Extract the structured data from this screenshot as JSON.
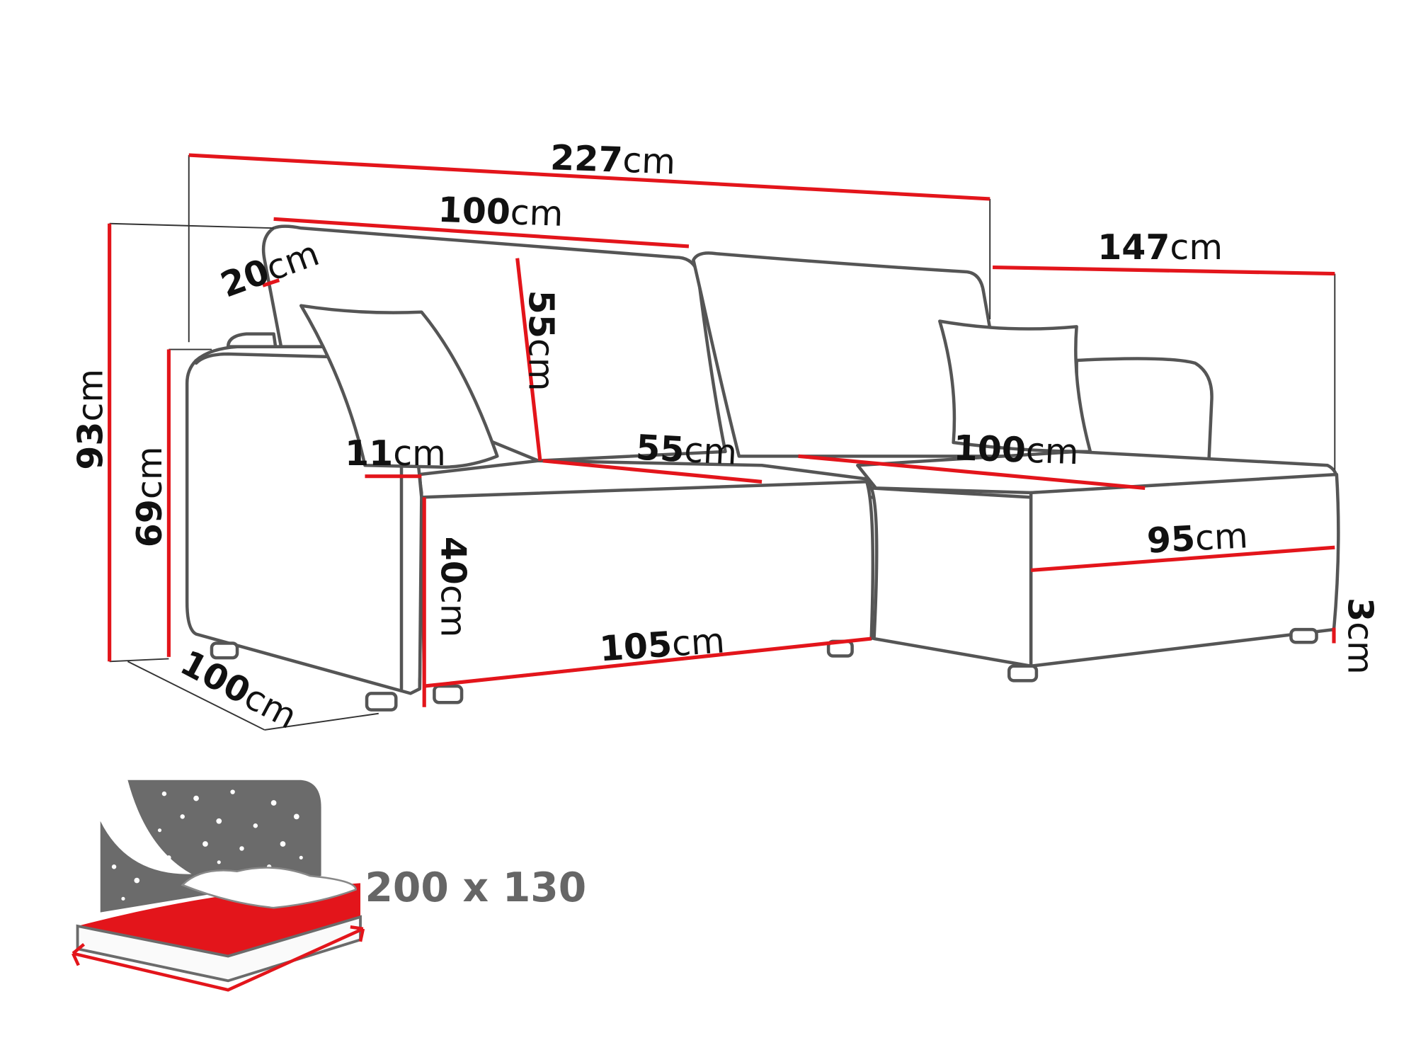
{
  "colors": {
    "dimension_line": "#e3151b",
    "outline": "#555555",
    "bed_icon_gray": "#6b6b6b",
    "bed_sheet": "#e3151b"
  },
  "dimensions": {
    "total_width": {
      "value": "227",
      "unit": "cm"
    },
    "backrest_width": {
      "value": "100",
      "unit": "cm"
    },
    "backrest_depth": {
      "value": "20",
      "unit": "cm"
    },
    "chaise_width": {
      "value": "147",
      "unit": "cm"
    },
    "total_height": {
      "value": "93",
      "unit": "cm"
    },
    "armrest_height": {
      "value": "69",
      "unit": "cm"
    },
    "backrest_height": {
      "value": "55",
      "unit": "cm"
    },
    "armrest_width": {
      "value": "11",
      "unit": "cm"
    },
    "seat_depth": {
      "value": "55",
      "unit": "cm"
    },
    "chaise_seat_length": {
      "value": "100",
      "unit": "cm"
    },
    "seat_height": {
      "value": "40",
      "unit": "cm"
    },
    "chaise_depth": {
      "value": "95",
      "unit": "cm"
    },
    "front_width": {
      "value": "105",
      "unit": "cm"
    },
    "total_depth": {
      "value": "100",
      "unit": "cm"
    },
    "leg_height": {
      "value": "3",
      "unit": "cm"
    }
  },
  "sleeping_area": {
    "icon": "bed-icon",
    "label": "200 x 130"
  }
}
